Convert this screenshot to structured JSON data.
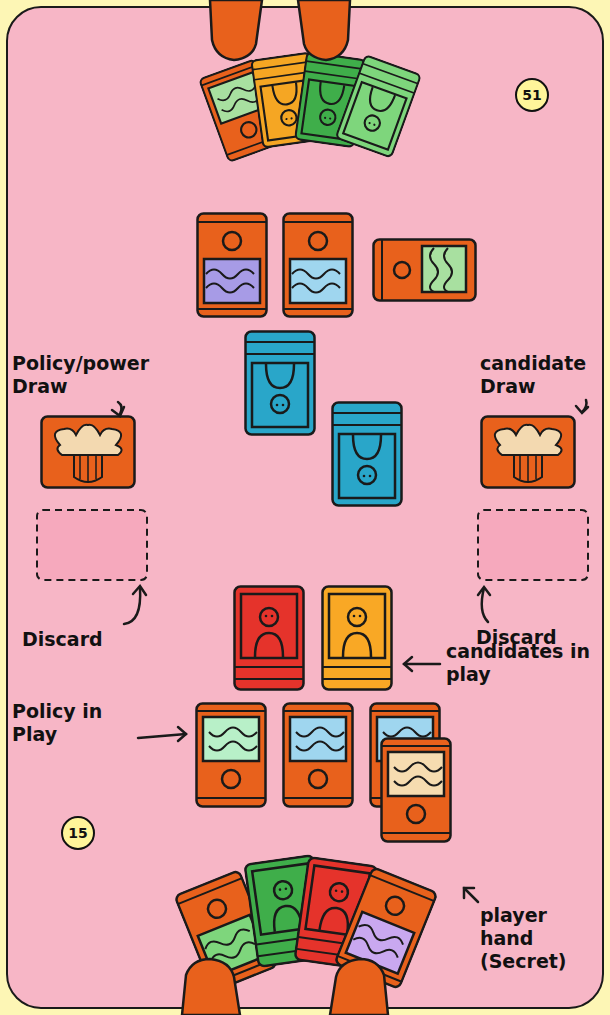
{
  "diagram": {
    "nodes": [
      {
        "text": [
          "51"
        ]
      },
      {
        "text": [
          "15"
        ]
      }
    ],
    "labels": [
      "Policy/power Draw",
      "candidate Draw",
      "Discard",
      "Discard",
      "candidates in play",
      "Policy in Play",
      "player hand (Secret)"
    ]
  }
}
